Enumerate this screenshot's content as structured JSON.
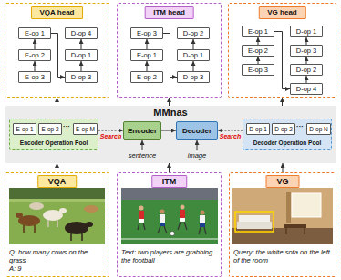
{
  "diagram": {
    "nodes": [
      {
        "text": [
          "VQA head"
        ]
      },
      {
        "text": [
          "E-op 1"
        ],
        "in": 0
      },
      {
        "text": [
          "E-op 2"
        ],
        "in": 0
      },
      {
        "text": [
          "E-op 3"
        ],
        "in": 0
      },
      {
        "text": [
          "D-op 4"
        ],
        "in": 0
      },
      {
        "text": [
          "D-op 1"
        ],
        "in": 0
      },
      {
        "text": [
          "D-op 3"
        ],
        "in": 0
      },
      {
        "text": [
          "ITM head"
        ]
      },
      {
        "text": [
          "E-op 3"
        ],
        "in": 7
      },
      {
        "text": [
          "E-op 1"
        ],
        "in": 7
      },
      {
        "text": [
          "E-op 2"
        ],
        "in": 7
      },
      {
        "text": [
          "D-op 2"
        ],
        "in": 7
      },
      {
        "text": [
          "D-op 1"
        ],
        "in": 7
      },
      {
        "text": [
          "D-op 3"
        ],
        "in": 7
      },
      {
        "text": [
          "VG head"
        ]
      },
      {
        "text": [
          "E-op 1"
        ],
        "in": 14
      },
      {
        "text": [
          "E-op 2"
        ],
        "in": 14
      },
      {
        "text": [
          "E-op 3"
        ],
        "in": 14
      },
      {
        "text": [
          "D-op 1"
        ],
        "in": 14
      },
      {
        "text": [
          "D-op 3"
        ],
        "in": 14
      },
      {
        "text": [
          "D-op 2"
        ],
        "in": 14
      },
      {
        "text": [
          "D-op 4"
        ],
        "in": 14
      },
      {
        "text": [
          "MMnas"
        ]
      },
      {
        "text": [
          "Encoder Operation Pool"
        ],
        "in": 22
      },
      {
        "text": [
          "E-op 1"
        ],
        "in": 23
      },
      {
        "text": [
          "E-op 2"
        ],
        "in": 23
      },
      {
        "text": [
          "E-op M"
        ],
        "in": 23
      },
      {
        "text": [
          "Encoder"
        ],
        "in": 22
      },
      {
        "text": [
          "Decoder"
        ],
        "in": 22
      },
      {
        "text": [
          "Decoder Operation Pool"
        ],
        "in": 22
      },
      {
        "text": [
          "D-op 1"
        ],
        "in": 29
      },
      {
        "text": [
          "D-op 2"
        ],
        "in": 29
      },
      {
        "text": [
          "D-op N"
        ],
        "in": 29
      },
      {
        "text": [
          "VQA",
          "Q: how many cows on the grass",
          "A: 9"
        ]
      },
      {
        "text": [
          "ITM",
          "Text: two players are grabbing the football"
        ]
      },
      {
        "text": [
          "VG",
          "Query: the white sofa on the left of the room"
        ]
      }
    ],
    "edges": [
      {
        "from": 3,
        "to": 2,
        "arrow": "to"
      },
      {
        "from": 2,
        "to": 1,
        "arrow": "to"
      },
      {
        "from": 1,
        "to": 6,
        "arrow": "to"
      },
      {
        "from": 6,
        "to": 5,
        "arrow": "to"
      },
      {
        "from": 5,
        "to": 4,
        "arrow": "to"
      },
      {
        "from": 10,
        "to": 9,
        "arrow": "to"
      },
      {
        "from": 9,
        "to": 8,
        "arrow": "to"
      },
      {
        "from": 8,
        "to": 13,
        "arrow": "to"
      },
      {
        "from": 13,
        "to": 12,
        "arrow": "to"
      },
      {
        "from": 12,
        "to": 11,
        "arrow": "to"
      },
      {
        "from": 17,
        "to": 16,
        "arrow": "to"
      },
      {
        "from": 16,
        "to": 15,
        "arrow": "to"
      },
      {
        "from": 15,
        "to": 21,
        "arrow": "to"
      },
      {
        "from": 21,
        "to": 20,
        "arrow": "to"
      },
      {
        "from": 20,
        "to": 19,
        "arrow": "to"
      },
      {
        "from": 19,
        "to": 18,
        "arrow": "to"
      },
      {
        "from": 22,
        "to": 0,
        "arrow": "to"
      },
      {
        "from": 22,
        "to": 7,
        "arrow": "to"
      },
      {
        "from": 22,
        "to": 14,
        "arrow": "to"
      },
      {
        "from": 33,
        "to": 22,
        "arrow": "to"
      },
      {
        "from": 34,
        "to": 22,
        "arrow": "to"
      },
      {
        "from": 35,
        "to": 22,
        "arrow": "to"
      },
      {
        "from": 23,
        "to": 27,
        "label": "Search",
        "arrow": "to"
      },
      {
        "from": 27,
        "to": 28,
        "arrow": "to"
      },
      {
        "from": 29,
        "to": 28,
        "label": "Search",
        "arrow": "to"
      }
    ],
    "labels": [
      "···",
      "···",
      "sentence",
      "image"
    ]
  }
}
